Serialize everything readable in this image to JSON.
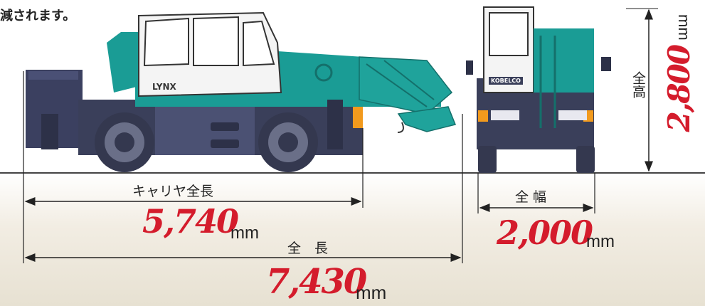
{
  "note": "減されます。",
  "dimensions": {
    "carrier_length": {
      "label": "キャリヤ全長",
      "value": "5,740",
      "unit": "mm"
    },
    "overall_length": {
      "label": "全　長",
      "value": "7,430",
      "unit": "mm"
    },
    "overall_width": {
      "label": "全 幅",
      "value": "2,000",
      "unit": "mm"
    },
    "overall_height": {
      "label": "全高",
      "value": "2,800",
      "unit": "mm"
    }
  },
  "crane": {
    "model_badge": "LYNX",
    "brand_badge": "KOBELCO"
  },
  "colors": {
    "teal": "#1a9c95",
    "navy": "#3a3f5a",
    "red": "#d41c2c",
    "cab_white": "#f4f4f4"
  }
}
